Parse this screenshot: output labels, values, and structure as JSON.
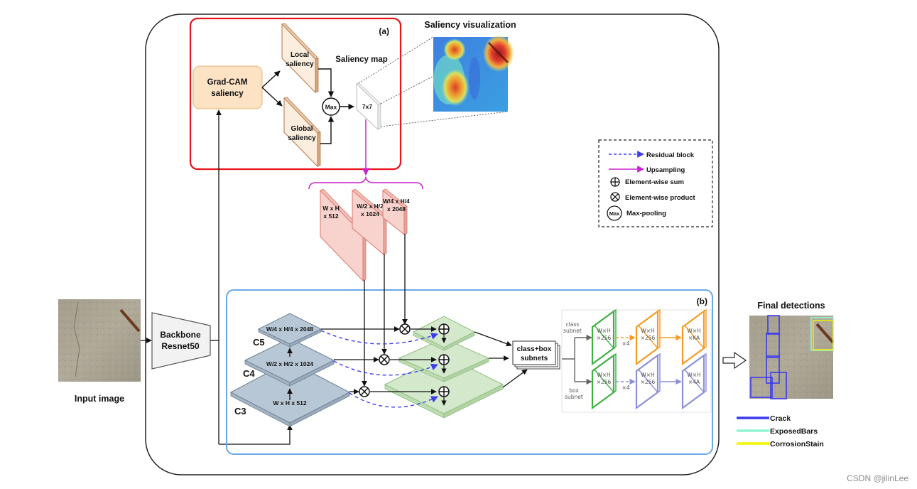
{
  "panel_a": {
    "label": "(a)",
    "gradcam": [
      "Grad-CAM",
      "saliency"
    ],
    "local": [
      "Local",
      "saliency"
    ],
    "global": [
      "Global",
      "saliency"
    ],
    "max": "Max",
    "saliency_map_title": "Saliency map",
    "saliency_map_size": "7x7",
    "saliency_vis_title": "Saliency visualization"
  },
  "upsampled_maps": [
    [
      "W x H",
      "x 512"
    ],
    [
      "W/2 x H/2",
      "x 1024"
    ],
    [
      "W/4 x H/4",
      "x 2048"
    ]
  ],
  "legend": {
    "items": [
      {
        "symbol": "dashed-arrow",
        "label": "Residual block",
        "color": "#3b3bf0"
      },
      {
        "symbol": "solid-arrow",
        "label": "Upsampling",
        "color": "#cc22cc"
      },
      {
        "symbol": "plus-circle",
        "label": "Element-wise sum"
      },
      {
        "symbol": "times-circle",
        "label": "Element-wise product"
      },
      {
        "symbol": "max-circle",
        "label": "Max-pooling",
        "glyph": "Max"
      }
    ]
  },
  "input": {
    "label": "Input image"
  },
  "backbone": {
    "lines": [
      "Backbone",
      "Resnet50"
    ]
  },
  "panel_b": {
    "label": "(b)",
    "pyramid": [
      {
        "name": "C5",
        "size": "W/4 x H/4 x 2048"
      },
      {
        "name": "C4",
        "size": "W/2 x H/2 x 1024"
      },
      {
        "name": "C3",
        "size": "W x H x 512"
      }
    ],
    "subnets_box": [
      "class+box",
      "subnets"
    ],
    "class_subnet": {
      "label": [
        "class",
        "subnet"
      ],
      "maps": [
        [
          "W×H",
          "×256"
        ],
        [
          "W×H",
          "×256"
        ],
        [
          "W×H",
          "×KA"
        ]
      ],
      "repeat": "×4",
      "color": "#f59a23"
    },
    "box_subnet": {
      "label": [
        "box",
        "subnet"
      ],
      "maps": [
        [
          "W×H",
          "×256"
        ],
        [
          "W×H",
          "×256"
        ],
        [
          "W×H",
          "×4A"
        ]
      ],
      "repeat": "×4",
      "color": "#8c8fd6"
    },
    "first_map_color": "#3cb043"
  },
  "output": {
    "title": "Final detections",
    "classes": [
      {
        "label": "Crack",
        "color": "#3a3af0"
      },
      {
        "label": "ExposedBars",
        "color": "#8ff5d0"
      },
      {
        "label": "CorrosionStain",
        "color": "#f5f500"
      }
    ]
  },
  "watermark": "CSDN @jilinLee"
}
